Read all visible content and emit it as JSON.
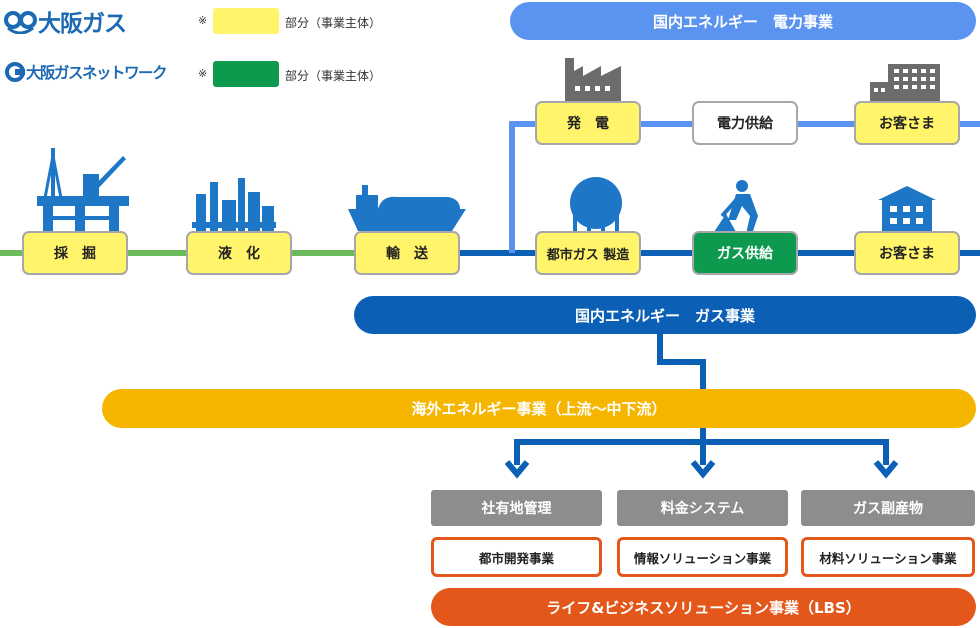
{
  "logos": {
    "osaka_gas": "大阪ガス",
    "osaka_gas_network": "大阪ガスネットワーク"
  },
  "legend": [
    {
      "mark": "※",
      "color": "#fff46a",
      "label": "部分（事業主体）"
    },
    {
      "mark": "※",
      "color": "#0d9a4f",
      "label": "部分（事業主体）"
    }
  ],
  "banners": {
    "electricity": "国内エネルギー　電力事業",
    "gas": "国内エネルギー　ガス事業",
    "overseas": "海外エネルギー事業（上流～中下流）",
    "lbs": "ライフ&ビジネスソリューション事業（LBS）"
  },
  "gas_chain": {
    "mining": "採　掘",
    "liquefaction": "液　化",
    "transport": "輸　送",
    "city_gas_production": "都市ガス 製造",
    "gas_supply": "ガス供給",
    "customer": "お客さま"
  },
  "power_chain": {
    "generation": "発　電",
    "power_supply": "電力供給",
    "customer": "お客さま"
  },
  "lbs_categories": [
    {
      "label": "社有地管理",
      "business": "都市開発事業"
    },
    {
      "label": "料金システム",
      "business": "情報ソリューション事業"
    },
    {
      "label": "ガス副産物",
      "business": "材料ソリューション事業"
    }
  ],
  "colors": {
    "electric_blue": "#5b93f0",
    "gas_blue": "#0b5fb5",
    "overseas_yellow": "#f6b600",
    "lbs_orange": "#e3571a",
    "upstream_green": "#6cbb5a",
    "icon_blue": "#1e76c6",
    "icon_gray": "#6c6c6c"
  },
  "icons": [
    "offshore-rig-icon",
    "refinery-icon",
    "lng-tanker-icon",
    "gas-holder-icon",
    "worker-digging-icon",
    "house-icon",
    "factory-icon",
    "office-building-icon"
  ]
}
